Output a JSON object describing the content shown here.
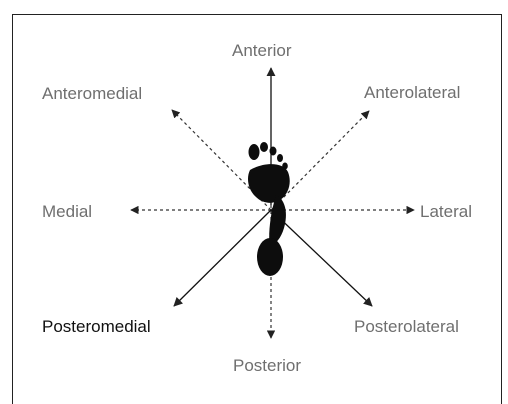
{
  "diagram": {
    "labels": {
      "anterior": "Anterior",
      "anteromedial": "Anteromedial",
      "anterolateral": "Anterolateral",
      "medial": "Medial",
      "lateral": "Lateral",
      "posteromedial": "Posteromedial",
      "posterolateral": "Posterolateral",
      "posterior": "Posterior"
    },
    "colors": {
      "solid_arrow": "#111111",
      "dashed_arrow": "#333333",
      "label_gray": "#6f6f6f",
      "label_dark": "#111111",
      "footprint": "#0d0d0d"
    },
    "icon": "footprint-icon"
  }
}
